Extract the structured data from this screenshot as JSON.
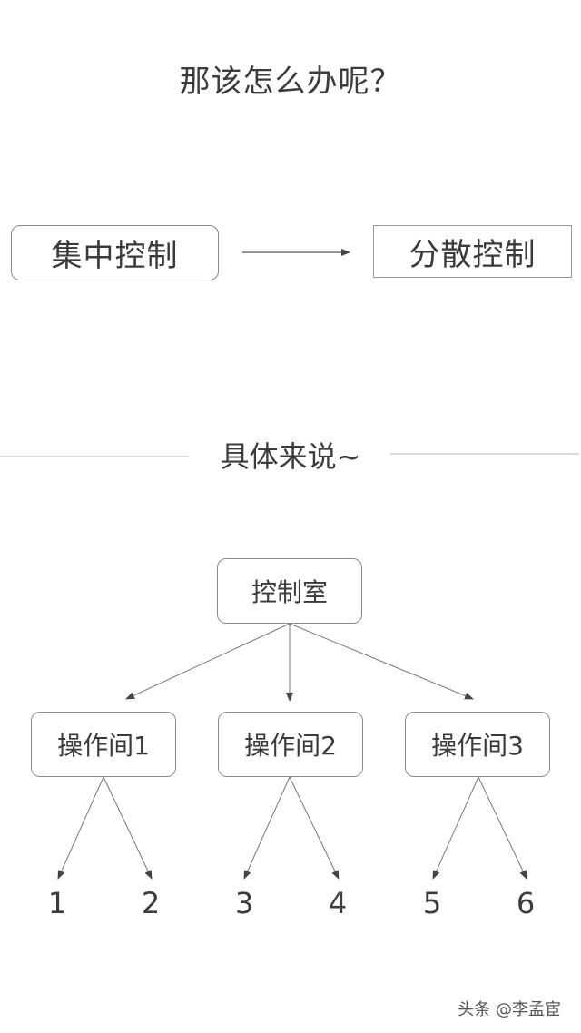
{
  "title": "那该怎么办呢？",
  "flow": {
    "from": "集中控制",
    "to": "分散控制"
  },
  "section_label": "具体来说~",
  "tree": {
    "root": "控制室",
    "children": [
      "操作间1",
      "操作间2",
      "操作间3"
    ],
    "leaves": [
      "1",
      "2",
      "3",
      "4",
      "5",
      "6"
    ]
  },
  "watermark": "头条 @李孟宦"
}
